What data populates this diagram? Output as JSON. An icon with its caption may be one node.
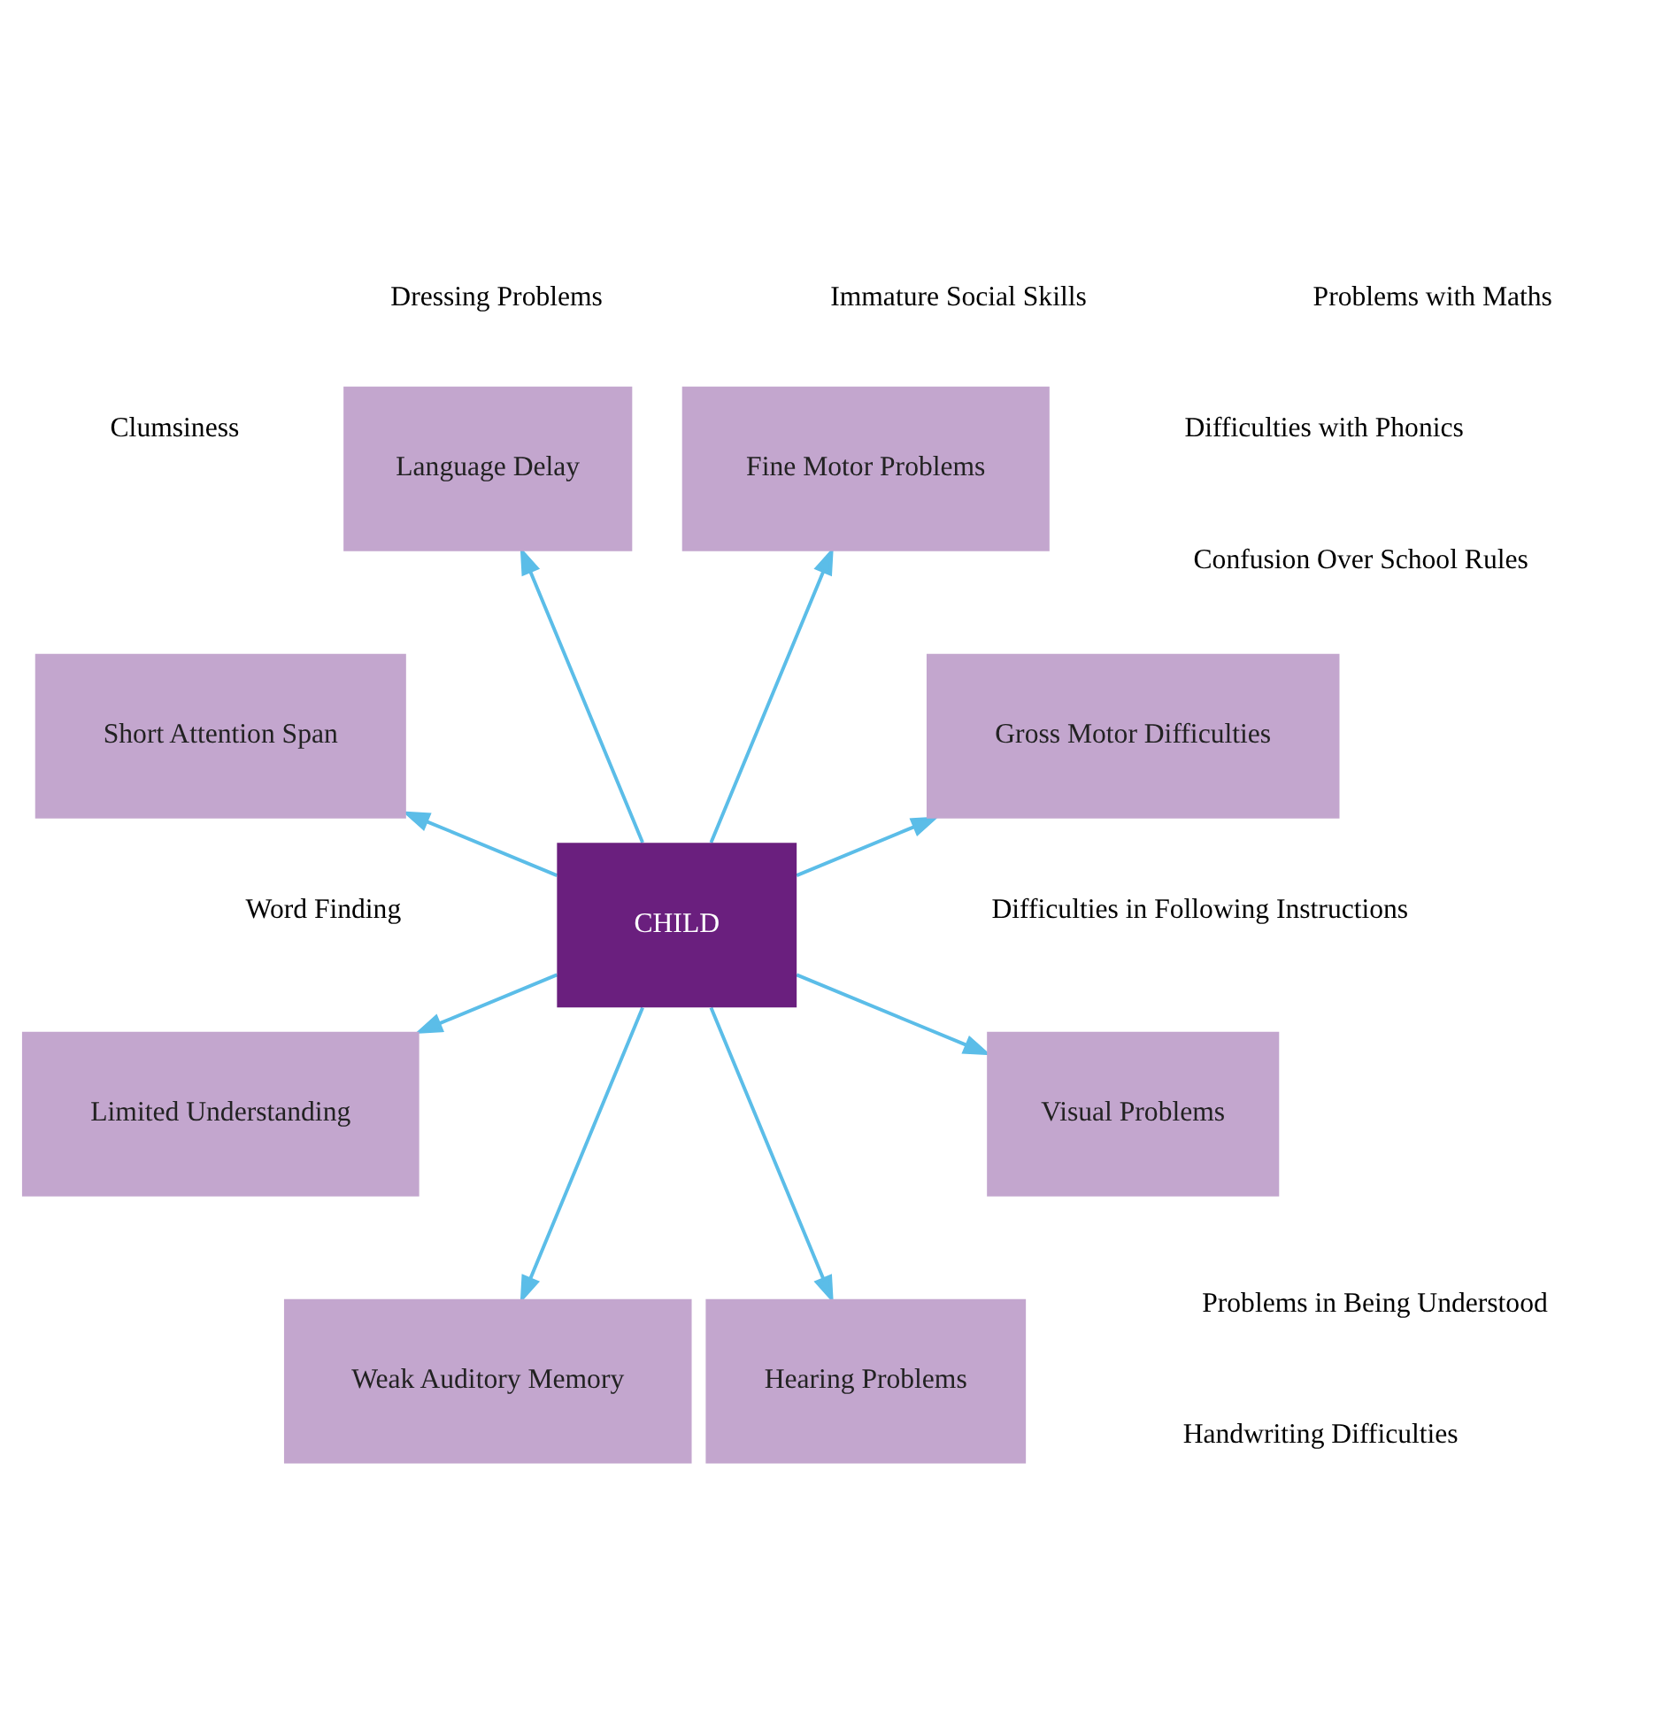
{
  "diagram": {
    "nodes": [
      {
        "text": [
          "CHILD"
        ]
      },
      {
        "text": [
          "Gross Motor Difficulties"
        ]
      },
      {
        "text": [
          "Fine Motor Problems"
        ]
      },
      {
        "text": [
          "Language Delay"
        ]
      },
      {
        "text": [
          "Short Attention Span"
        ]
      },
      {
        "text": [
          "Limited Understanding"
        ]
      },
      {
        "text": [
          "Weak Auditory Memory"
        ]
      },
      {
        "text": [
          "Hearing Problems"
        ]
      },
      {
        "text": [
          "Visual Problems"
        ]
      }
    ],
    "edges": [
      {
        "from": 0,
        "to": 1,
        "arrow": "to"
      },
      {
        "from": 0,
        "to": 3,
        "arrow": "to"
      },
      {
        "from": 0,
        "to": 5,
        "arrow": "to"
      },
      {
        "from": 0,
        "to": 7,
        "arrow": "to"
      },
      {
        "from": 0,
        "to": 8,
        "arrow": "to"
      },
      {
        "from": 0,
        "to": 6,
        "arrow": "to"
      },
      {
        "from": 0,
        "to": 4,
        "arrow": "to"
      },
      {
        "from": 0,
        "to": 2,
        "arrow": "to"
      }
    ],
    "labels": [
      "Clumsiness",
      "Problems in Being Understood",
      "Handwriting Difficulties",
      "Word Finding",
      "Dressing Problems",
      "Difficulties in Following Instructions",
      "Problems with Maths",
      "Confusion Over School Rules",
      "Difficulties with Phonics",
      "Immature Social Skills"
    ]
  }
}
